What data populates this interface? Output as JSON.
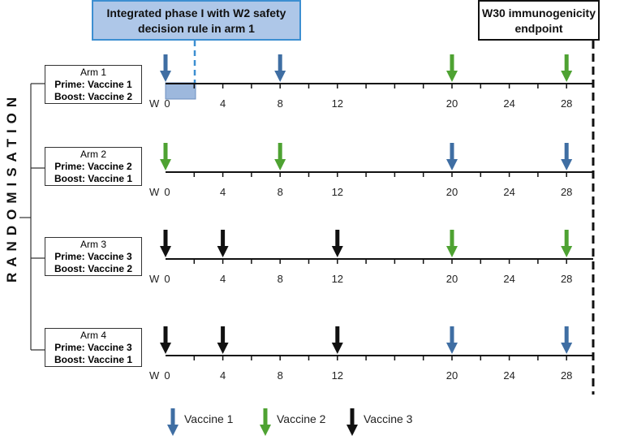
{
  "callouts": {
    "phase1": "Integrated phase I with W2 safety decision rule in arm 1",
    "endpoint": "W30 immunogenicity endpoint"
  },
  "side_label": "RANDOMISATION",
  "week_prefix": "W",
  "ticks": [
    "0",
    "4",
    "8",
    "12",
    "20",
    "24",
    "28"
  ],
  "arms": [
    {
      "title": "Arm 1",
      "prime": "Prime: Vaccine 1",
      "boost": "Boost: Vaccine 2",
      "doses": [
        {
          "week": 0,
          "vaccine": "v1"
        },
        {
          "week": 8,
          "vaccine": "v1"
        },
        {
          "week": 20,
          "vaccine": "v2"
        },
        {
          "week": 28,
          "vaccine": "v2"
        }
      ]
    },
    {
      "title": "Arm 2",
      "prime": "Prime: Vaccine 2",
      "boost": "Boost: Vaccine 1",
      "doses": [
        {
          "week": 0,
          "vaccine": "v2"
        },
        {
          "week": 8,
          "vaccine": "v2"
        },
        {
          "week": 20,
          "vaccine": "v1"
        },
        {
          "week": 28,
          "vaccine": "v1"
        }
      ]
    },
    {
      "title": "Arm 3",
      "prime": "Prime: Vaccine 3",
      "boost": "Boost: Vaccine 2",
      "doses": [
        {
          "week": 0,
          "vaccine": "v3"
        },
        {
          "week": 4,
          "vaccine": "v3"
        },
        {
          "week": 12,
          "vaccine": "v3"
        },
        {
          "week": 20,
          "vaccine": "v2"
        },
        {
          "week": 28,
          "vaccine": "v2"
        }
      ]
    },
    {
      "title": "Arm 4",
      "prime": "Prime: Vaccine 3",
      "boost": "Boost: Vaccine 1",
      "doses": [
        {
          "week": 0,
          "vaccine": "v3"
        },
        {
          "week": 4,
          "vaccine": "v3"
        },
        {
          "week": 12,
          "vaccine": "v3"
        },
        {
          "week": 20,
          "vaccine": "v1"
        },
        {
          "week": 28,
          "vaccine": "v1"
        }
      ]
    }
  ],
  "legend": [
    {
      "key": "v1",
      "label": "Vaccine 1",
      "color": "#3f6ea3"
    },
    {
      "key": "v2",
      "label": "Vaccine 2",
      "color": "#4ea232"
    },
    {
      "key": "v3",
      "label": "Vaccine 3",
      "color": "#111111"
    }
  ],
  "colors": {
    "phase_fill": "#aec7e8",
    "phase_border": "#3d8fd1",
    "axis": "#111111"
  }
}
